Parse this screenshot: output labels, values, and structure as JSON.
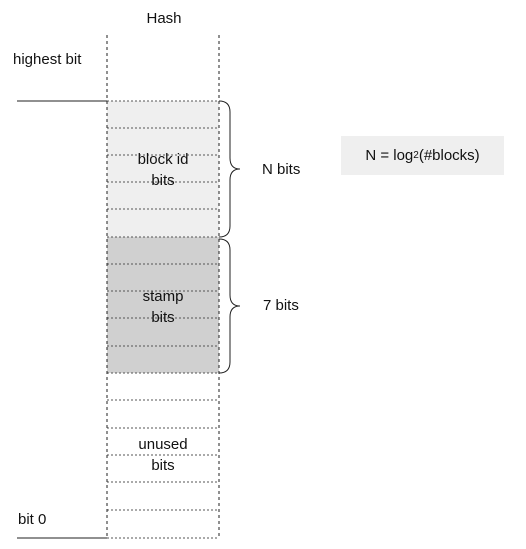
{
  "title": "Hash",
  "highest_bit_label": "highest bit",
  "bit0_label": "bit 0",
  "segments": [
    {
      "label_lines": [
        "block id",
        "bits"
      ],
      "brace_label": "N bits",
      "color": "#efefef"
    },
    {
      "label_lines": [
        "stamp",
        "bits"
      ],
      "brace_label": "7 bits",
      "color": "#d0d0d0"
    },
    {
      "label_lines": [
        "unused",
        "bits"
      ],
      "brace_label": "",
      "color": "#ffffff"
    }
  ],
  "formula": {
    "prefix": "N = log",
    "subscript": "2",
    "suffix": "(#blocks)"
  }
}
